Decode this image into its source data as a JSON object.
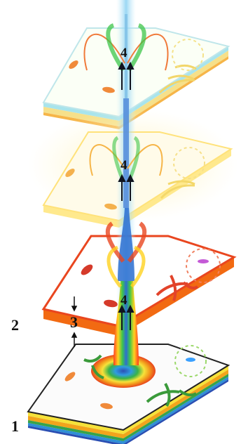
{
  "labels": {
    "layer_bottom": "1",
    "layer_red": "2",
    "gap_marker": "3",
    "core_marker": "4"
  },
  "colors": {
    "layer_bottom_top": "#fbfbfb",
    "layer_bottom_edge": [
      "#f6e23a",
      "#f2a41c",
      "#e85b1c",
      "#37a44a",
      "#2f8fd6",
      "#2a4fb3"
    ],
    "layer_red_top": "#ffffff",
    "layer_red_border": "#e9461f",
    "layer_red_edge": "#f26a12",
    "layer_yellow_top": "#fffbe9",
    "layer_yellow_edge": "#ffe98d",
    "layer_top_top": "#fbfff6",
    "layer_top_edge": [
      "#a8e4ec",
      "#f6e08a",
      "#f6b548"
    ],
    "flux_core": "#2d6fd0",
    "flux_glow": "#9fd9f2"
  }
}
